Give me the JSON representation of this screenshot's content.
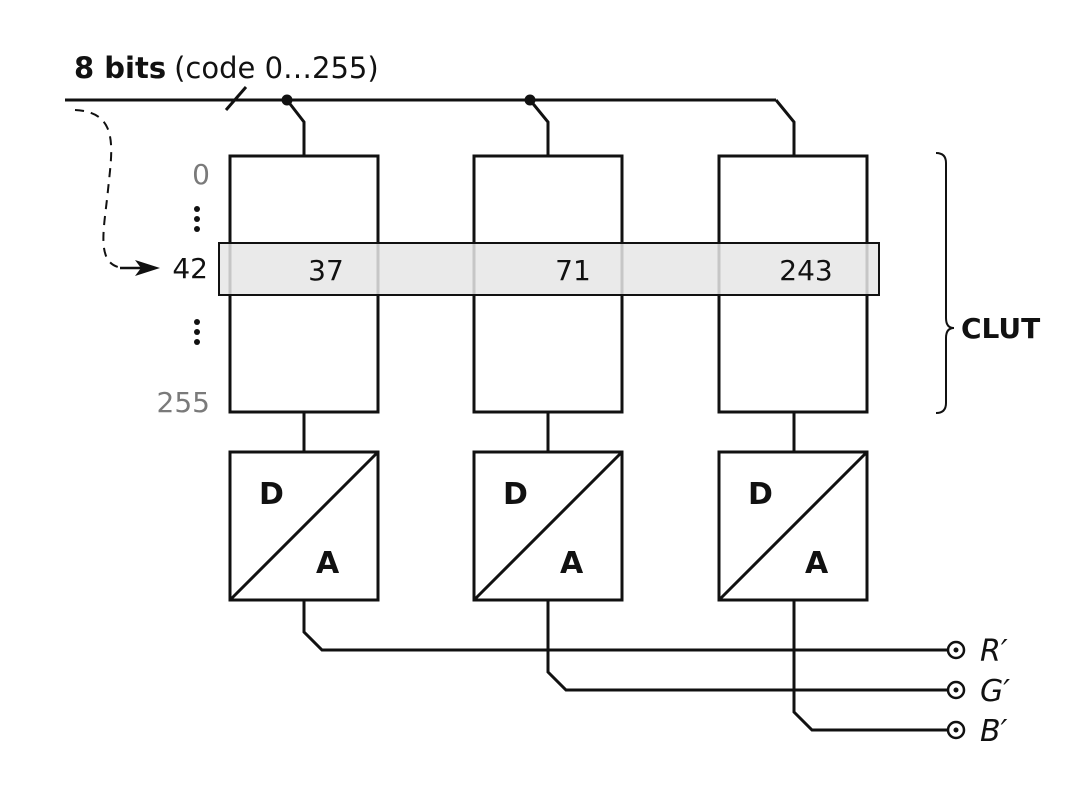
{
  "input": {
    "bits_label": "8 bits",
    "code_label": "(code 0…255)"
  },
  "index": {
    "first": "0",
    "selected": "42",
    "last": "255"
  },
  "columns": [
    {
      "value": "37"
    },
    {
      "value": "71"
    },
    {
      "value": "243"
    }
  ],
  "converter": {
    "top_label": "D",
    "bottom_label": "A"
  },
  "clut_label": "CLUT",
  "outputs": [
    "R′",
    "G′",
    "B′"
  ],
  "colors": {
    "highlight": "#e6e6e6",
    "gray_text": "#7a7a7a",
    "line": "#111111"
  }
}
